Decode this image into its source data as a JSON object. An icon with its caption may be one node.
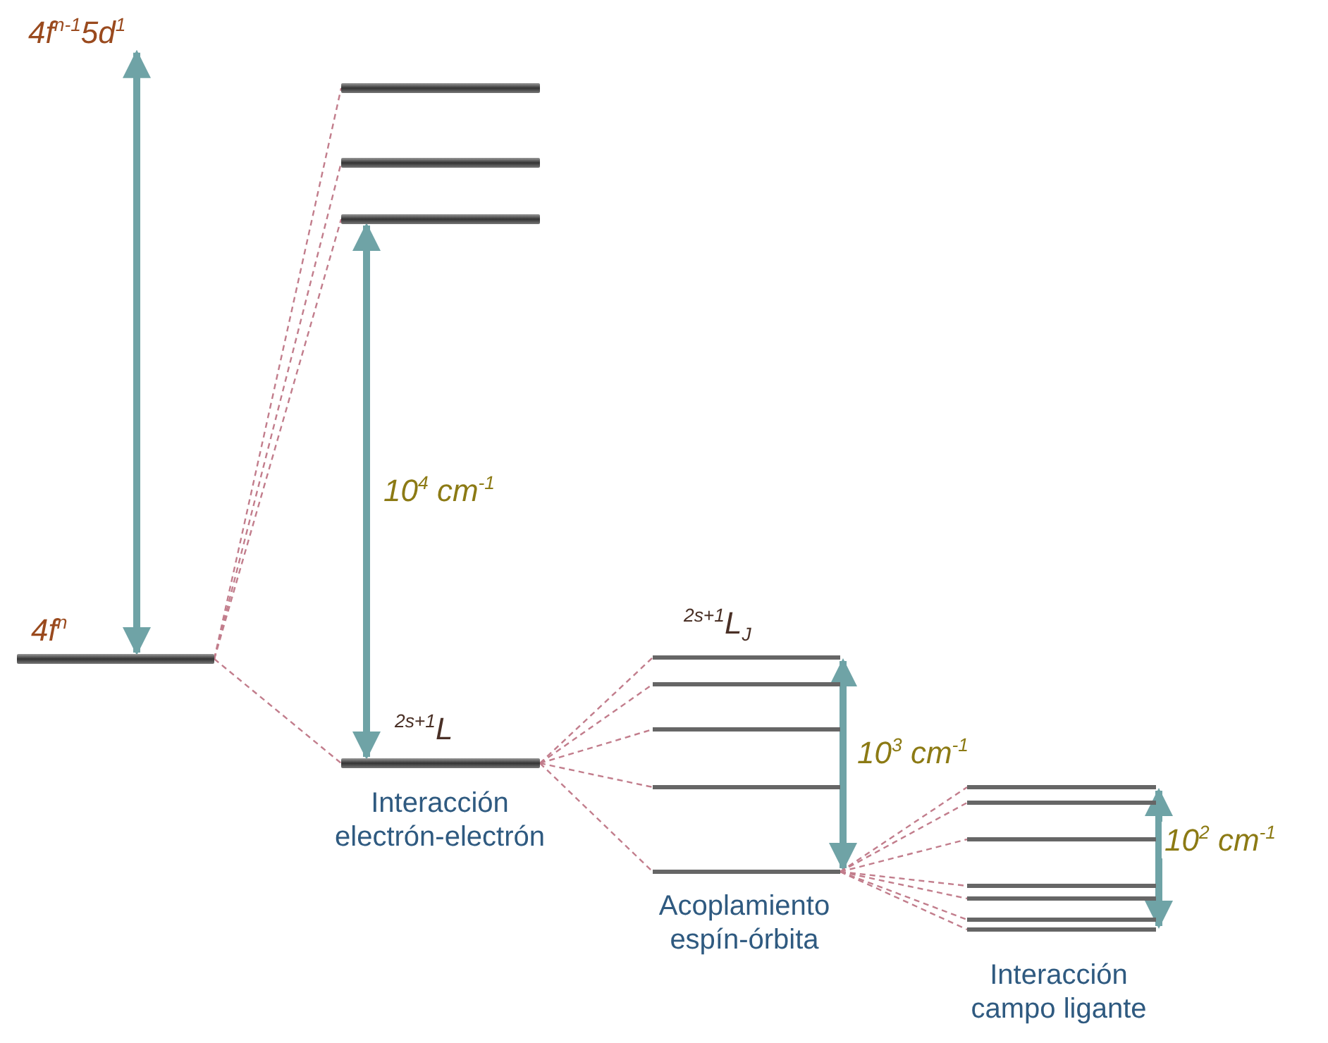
{
  "diagram": {
    "nodes": [
      {
        "text": [
          "4f$^{n-1}$5d$^{1}$"
        ]
      },
      {
        "text": [
          "4f$^{n}$"
        ]
      },
      {
        "text": [],
        "shape": "bar"
      },
      {
        "text": [],
        "shape": "bar"
      },
      {
        "text": [],
        "shape": "bar"
      },
      {
        "text": [
          "$^{2s+1}$L"
        ]
      },
      {
        "text": [
          "$^{2s+1}$L$_{J}$"
        ]
      },
      {
        "text": [],
        "shape": "bar"
      },
      {
        "text": [],
        "shape": "bar"
      },
      {
        "text": [],
        "shape": "bar"
      },
      {
        "text": [],
        "shape": "bar"
      },
      {
        "text": [],
        "shape": "bar"
      },
      {
        "text": [],
        "shape": "bar"
      },
      {
        "text": [],
        "shape": "bar"
      },
      {
        "text": [],
        "shape": "bar"
      },
      {
        "text": [],
        "shape": "bar"
      },
      {
        "text": [],
        "shape": "bar"
      },
      {
        "text": [],
        "shape": "bar"
      }
    ],
    "labels": [
      "Interacción electrón-electrón",
      "Acoplamiento espín-órbita",
      "Interacción campo ligante"
    ],
    "edges": [
      {
        "from": 0,
        "to": 1,
        "arrow": "both",
        "style": "thick",
        "color": "#6fa3a6"
      },
      {
        "from": 1,
        "to": 2,
        "arrow": "none",
        "style": "dashed",
        "color": "#c27d8c"
      },
      {
        "from": 1,
        "to": 3,
        "arrow": "none",
        "style": "dashed",
        "color": "#c27d8c"
      },
      {
        "from": 1,
        "to": 4,
        "arrow": "none",
        "style": "dashed",
        "color": "#c27d8c"
      },
      {
        "from": 1,
        "to": 5,
        "arrow": "none",
        "style": "dashed",
        "color": "#c27d8c"
      },
      {
        "from": 4,
        "to": 5,
        "arrow": "both",
        "label": "10$^{4}$ cm$^{-1}$",
        "style": "thick",
        "color": "#6fa3a6"
      },
      {
        "from": 5,
        "to": 6,
        "arrow": "none",
        "style": "dashed",
        "color": "#c27d8c"
      },
      {
        "from": 5,
        "to": 7,
        "arrow": "none",
        "style": "dashed",
        "color": "#c27d8c"
      },
      {
        "from": 5,
        "to": 8,
        "arrow": "none",
        "style": "dashed",
        "color": "#c27d8c"
      },
      {
        "from": 5,
        "to": 9,
        "arrow": "none",
        "style": "dashed",
        "color": "#c27d8c"
      },
      {
        "from": 5,
        "to": 10,
        "arrow": "none",
        "style": "dashed",
        "color": "#c27d8c"
      },
      {
        "from": 6,
        "to": 10,
        "arrow": "both",
        "label": "10$^{3}$ cm$^{-1}$",
        "style": "thick",
        "color": "#6fa3a6"
      },
      {
        "from": 10,
        "to": 11,
        "arrow": "none",
        "style": "dashed",
        "color": "#c27d8c"
      },
      {
        "from": 10,
        "to": 12,
        "arrow": "none",
        "style": "dashed",
        "color": "#c27d8c"
      },
      {
        "from": 10,
        "to": 13,
        "arrow": "none",
        "style": "dashed",
        "color": "#c27d8c"
      },
      {
        "from": 10,
        "to": 14,
        "arrow": "none",
        "style": "dashed",
        "color": "#c27d8c"
      },
      {
        "from": 10,
        "to": 15,
        "arrow": "none",
        "style": "dashed",
        "color": "#c27d8c"
      },
      {
        "from": 10,
        "to": 16,
        "arrow": "none",
        "style": "dashed",
        "color": "#c27d8c"
      },
      {
        "from": 10,
        "to": 17,
        "arrow": "none",
        "style": "dashed",
        "color": "#c27d8c"
      },
      {
        "from": 11,
        "to": 17,
        "arrow": "both",
        "label": "10$^{2}$ cm$^{-1}$",
        "style": "thick",
        "color": "#6fa3a6"
      }
    ]
  }
}
